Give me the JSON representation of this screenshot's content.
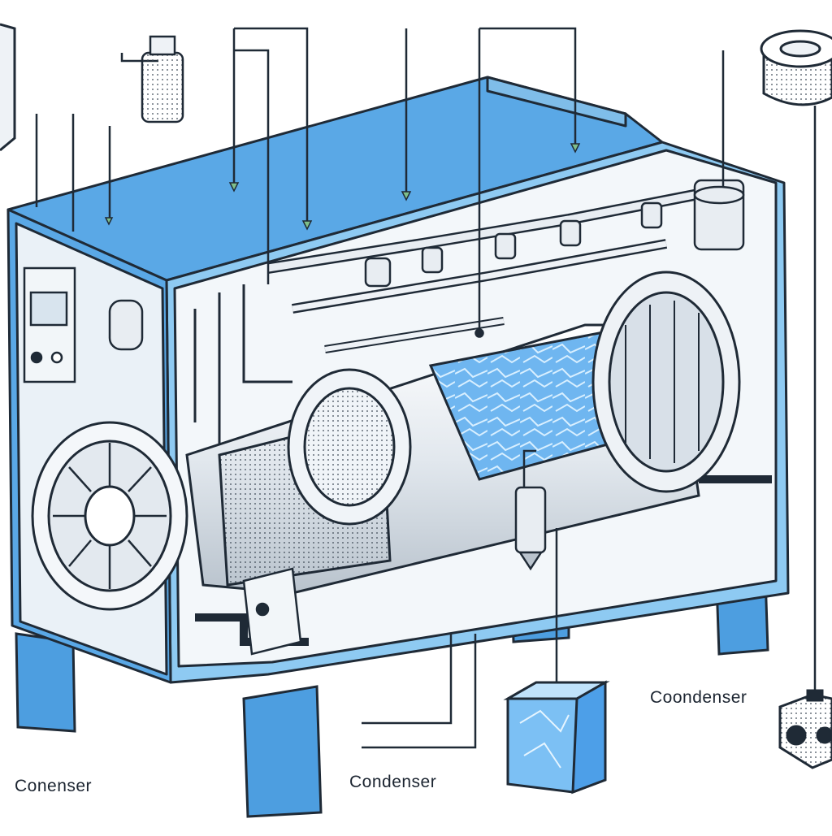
{
  "labels": {
    "left": "Conenser",
    "middle": "Condenser",
    "right": "Coondenser"
  },
  "colors": {
    "housing_blue": "#5aa8e6",
    "housing_blue_light": "#9fd2f5",
    "housing_blue_dark": "#2f7fc3",
    "metal": "#e8edf2",
    "metal_shade": "#b9c3cd",
    "ice_blue": "#4d9fe8",
    "ink": "#1f2a36",
    "callout_green": "#7fbf8a"
  },
  "icons": [
    "fan-icon",
    "gauge-icon",
    "ice-block-icon",
    "valve-icon",
    "pipe-icon"
  ]
}
